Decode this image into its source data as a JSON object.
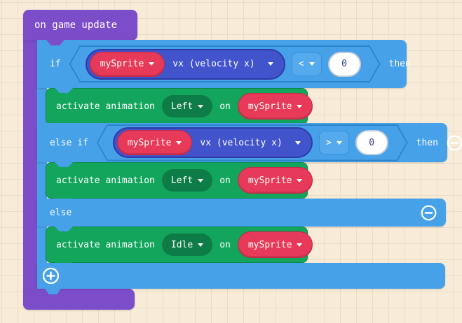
{
  "event_block": {
    "label": "on game update"
  },
  "if_block": {
    "if_label": "if",
    "then_label": "then",
    "else_if_label": "else if",
    "else_label": "else",
    "conditions": [
      {
        "sprite": "mySprite",
        "property": "vx (velocity x)",
        "operator": "<",
        "value": "0"
      },
      {
        "sprite": "mySprite",
        "property": "vx (velocity x)",
        "operator": ">",
        "value": "0"
      }
    ],
    "statements": [
      {
        "activate_label": "activate animation",
        "animation": "Left",
        "on_label": "on",
        "sprite": "mySprite"
      },
      {
        "activate_label": "activate animation",
        "animation": "Left",
        "on_label": "on",
        "sprite": "mySprite"
      },
      {
        "activate_label": "activate animation",
        "animation": "Idle",
        "on_label": "on",
        "sprite": "mySprite"
      }
    ]
  },
  "colors": {
    "workspace_background": "#f8ecd8",
    "grid_line": "#eaddc3",
    "event_purple": "#7c4dc9",
    "logic_blue": "#47a1e8",
    "sprite_royal_blue": "#4254cc",
    "variable_red": "#e73a58",
    "animation_green": "#12a55b",
    "animation_dropdown_green": "#0e7c47",
    "number_text": "#35418c"
  }
}
